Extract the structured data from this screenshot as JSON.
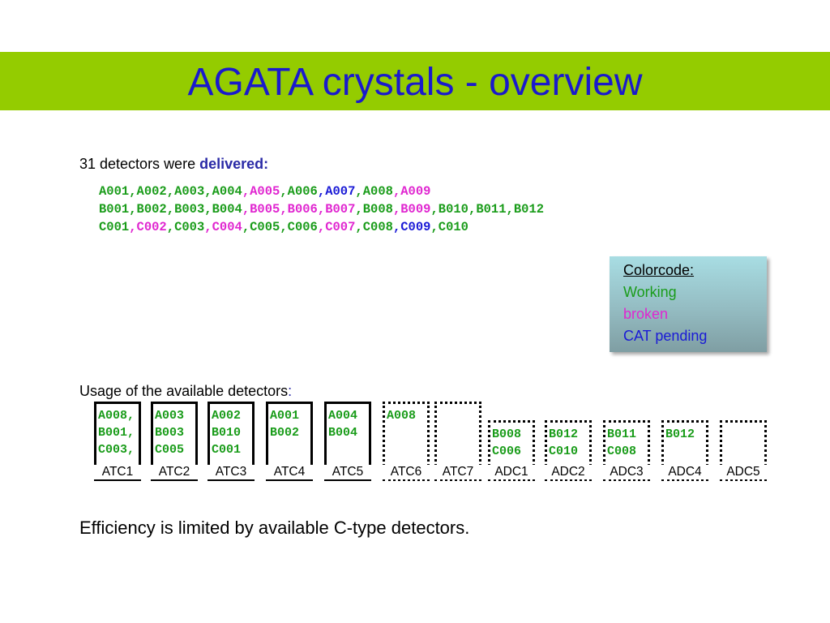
{
  "title": "AGATA crystals - overview",
  "delivered": {
    "prefix": "31 detectors were ",
    "keyword": "delivered",
    "suffix": ":"
  },
  "detector_rows": [
    [
      {
        "id": "A001",
        "status": "working"
      },
      {
        "id": "A002",
        "status": "working"
      },
      {
        "id": "A003",
        "status": "working"
      },
      {
        "id": "A004",
        "status": "working"
      },
      {
        "id": "A005",
        "status": "broken"
      },
      {
        "id": "A006",
        "status": "working"
      },
      {
        "id": "A007",
        "status": "cat"
      },
      {
        "id": "A008",
        "status": "working"
      },
      {
        "id": "A009",
        "status": "broken"
      }
    ],
    [
      {
        "id": "B001",
        "status": "working"
      },
      {
        "id": "B002",
        "status": "working"
      },
      {
        "id": "B003",
        "status": "working"
      },
      {
        "id": "B004",
        "status": "working"
      },
      {
        "id": "B005",
        "status": "broken"
      },
      {
        "id": "B006",
        "status": "broken"
      },
      {
        "id": "B007",
        "status": "broken"
      },
      {
        "id": "B008",
        "status": "working"
      },
      {
        "id": "B009",
        "status": "broken"
      },
      {
        "id": "B010",
        "status": "working"
      },
      {
        "id": "B011",
        "status": "working"
      },
      {
        "id": "B012",
        "status": "working"
      }
    ],
    [
      {
        "id": "C001",
        "status": "working"
      },
      {
        "id": "C002",
        "status": "broken"
      },
      {
        "id": "C003",
        "status": "working"
      },
      {
        "id": "C004",
        "status": "broken"
      },
      {
        "id": "C005",
        "status": "working"
      },
      {
        "id": "C006",
        "status": "working"
      },
      {
        "id": "C007",
        "status": "broken"
      },
      {
        "id": "C008",
        "status": "working"
      },
      {
        "id": "C009",
        "status": "cat"
      },
      {
        "id": "C010",
        "status": "working"
      }
    ]
  ],
  "legend": {
    "heading": "Colorcode:",
    "working": "Working",
    "broken": "broken",
    "cat": "CAT pending"
  },
  "colors": {
    "working": "#1a9c1a",
    "broken": "#e026d0",
    "cat": "#1a1ad6",
    "title_bar": "#94cc00",
    "title_text": "#1a1acc"
  },
  "usage": {
    "label": "Usage of the available detectors",
    "suffix": ":"
  },
  "stations": [
    {
      "name": "ATC1",
      "crystals": [
        "A008,",
        "B001,",
        "C003,"
      ],
      "style": "solid",
      "short": false
    },
    {
      "name": "ATC2",
      "crystals": [
        "A003",
        "B003",
        "C005"
      ],
      "style": "solid",
      "short": false
    },
    {
      "name": "ATC3",
      "crystals": [
        "A002",
        "B010",
        "C001"
      ],
      "style": "solid",
      "short": false
    },
    {
      "name": "ATC4",
      "crystals": [
        "A001",
        "B002",
        ""
      ],
      "style": "solid",
      "short": false
    },
    {
      "name": "ATC5",
      "crystals": [
        "A004",
        "B004",
        ""
      ],
      "style": "solid",
      "short": false
    },
    {
      "name": "ATC6",
      "crystals": [
        "A008",
        "",
        ""
      ],
      "style": "dotted",
      "short": false
    },
    {
      "name": "ATC7",
      "crystals": [
        "",
        "",
        ""
      ],
      "style": "dotted",
      "short": false
    },
    {
      "name": "ADC1",
      "crystals": [
        "B008",
        "C006"
      ],
      "style": "dotted",
      "short": true
    },
    {
      "name": "ADC2",
      "crystals": [
        "B012",
        "C010"
      ],
      "style": "dotted",
      "short": true
    },
    {
      "name": "ADC3",
      "crystals": [
        "B011",
        "C008"
      ],
      "style": "dotted",
      "short": true
    },
    {
      "name": "ADC4",
      "crystals": [
        "B012",
        ""
      ],
      "style": "dotted",
      "short": true
    },
    {
      "name": "ADC5",
      "crystals": [
        "",
        ""
      ],
      "style": "dotted",
      "short": true
    }
  ],
  "efficiency": "Efficiency is limited by available C-type detectors."
}
